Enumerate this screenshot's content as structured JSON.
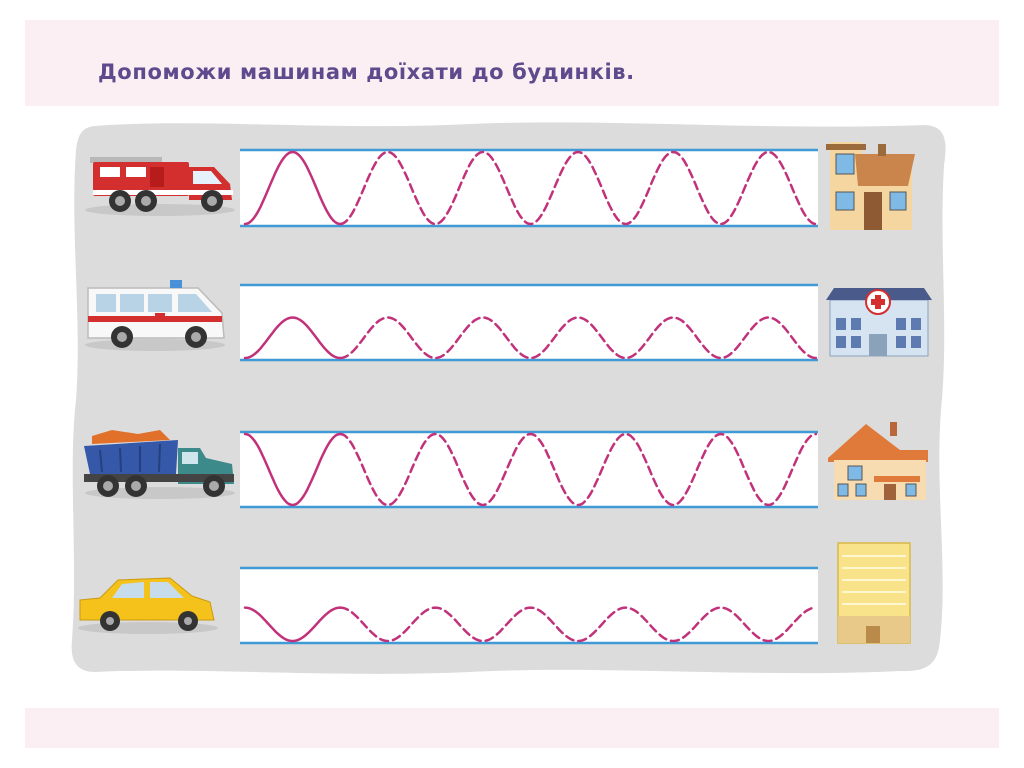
{
  "header": {
    "title": "Допоможи машинам доїхати до будинків."
  },
  "colors": {
    "band": "#fbeff3",
    "board": "#dcdcdc",
    "track_line": "#3f9ad6",
    "wave": "#c1327b",
    "track_bg": "#ffffff"
  },
  "rows": [
    {
      "vehicle": "fire-truck-icon",
      "building": "two-storey-house-icon",
      "wave_shape": "peak",
      "amplitude": "tall"
    },
    {
      "vehicle": "ambulance-icon",
      "building": "hospital-icon",
      "wave_shape": "peak",
      "amplitude": "medium"
    },
    {
      "vehicle": "dump-truck-icon",
      "building": "cottage-icon",
      "wave_shape": "valley",
      "amplitude": "tall"
    },
    {
      "vehicle": "taxi-car-icon",
      "building": "apartment-tower-icon",
      "wave_shape": "valley",
      "amplitude": "small"
    }
  ]
}
